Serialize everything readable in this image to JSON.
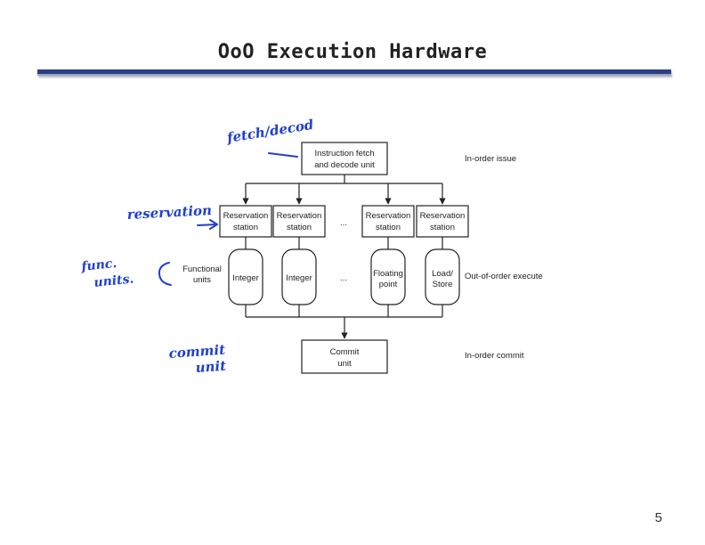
{
  "slide": {
    "title": "OoO Execution Hardware",
    "page_number": "5"
  },
  "diagram": {
    "fetch_unit": [
      "Instruction fetch",
      "and decode unit"
    ],
    "reservation_station": [
      "Reservation",
      "station"
    ],
    "ellipsis": "...",
    "functional_units_label": [
      "Functional",
      "units"
    ],
    "integer": "Integer",
    "floating_point": [
      "Floating",
      "point"
    ],
    "load_store": [
      "Load/",
      "Store"
    ],
    "commit_unit": [
      "Commit",
      "unit"
    ],
    "side_labels": {
      "issue": "In-order issue",
      "execute": "Out-of-order execute",
      "commit": "In-order commit"
    }
  },
  "annotations": {
    "fetch_decode": "fetch/decod",
    "reservation": "reservation",
    "func_units": [
      "func.",
      "units."
    ],
    "commit_unit": [
      "commit",
      "unit"
    ]
  },
  "colors": {
    "ink": "#1f3fd0",
    "rule": "#2c3e86"
  }
}
